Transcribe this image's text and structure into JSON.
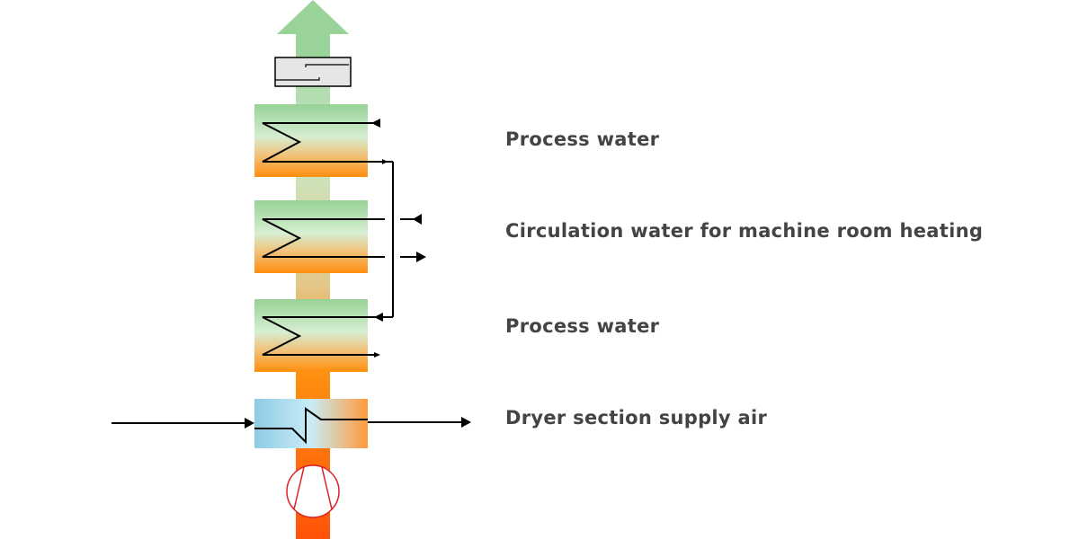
{
  "labels": {
    "process_water_top": "Process water",
    "circulation_water": "Circulation water for machine room heating",
    "process_water_bottom": "Process water",
    "dryer_supply_air": "Dryer section supply air"
  },
  "colors": {
    "green": "#9ad39a",
    "green_light": "#d4ecd0",
    "orange": "#ff9a1a",
    "orange_dark": "#ff5a0a",
    "tan": "#e8c98a",
    "blue": "#8fcde6",
    "blue_light": "#c6e9f5",
    "filter_gray": "#e6e6e6",
    "line": "#000000",
    "compressor_red": "#e02020",
    "text": "#444444"
  }
}
